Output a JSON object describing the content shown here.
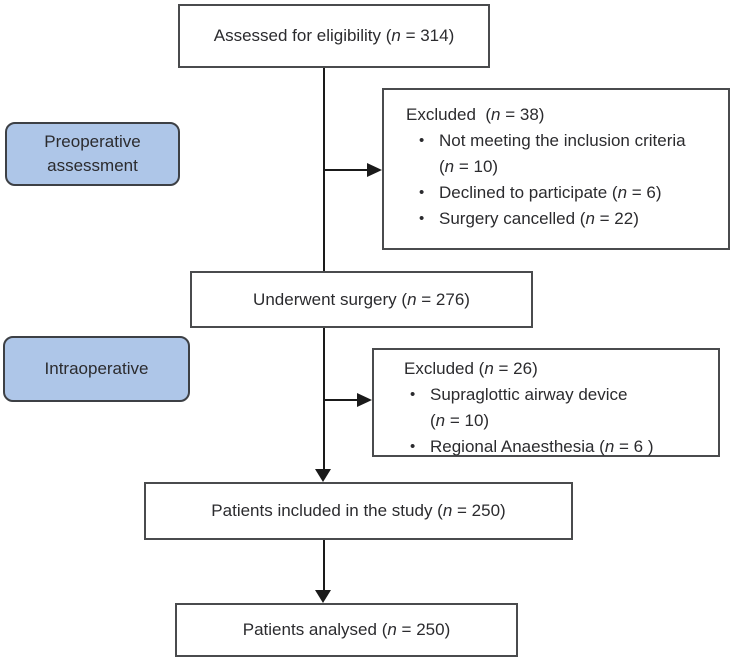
{
  "colors": {
    "background": "#ffffff",
    "box_border": "#4a4b4d",
    "text": "#2b2b2e",
    "stage_fill": "#aec6e8",
    "stage_border": "#3d4045",
    "connector": "#1a1a1a"
  },
  "bullet_char": "•",
  "boxes": {
    "eligibility": {
      "pre": "Assessed for eligibility (",
      "n": "n",
      "post": " = 314)"
    },
    "stage_preop": {
      "line1": "Preoperative",
      "line2": "assessment"
    },
    "excluded_preop": {
      "title": {
        "pre": "Excluded  (",
        "n": "n",
        "post": " = 38)"
      },
      "item1_line1": {
        "pre": "Not meeting the inclusion criteria",
        "n": "",
        "post": ""
      },
      "item1_line2": {
        "pre": "(",
        "n": "n",
        "post": " = 10)"
      },
      "item2": {
        "pre": "Declined to participate (",
        "n": "n",
        "post": " = 6)"
      },
      "item3": {
        "pre": "Surgery cancelled (",
        "n": "n",
        "post": " = 22)"
      }
    },
    "surgery": {
      "pre": "Underwent surgery (",
      "n": "n",
      "post": " = 276)"
    },
    "stage_intraop": {
      "line1": "Intraoperative"
    },
    "excluded_intraop": {
      "title": {
        "pre": "Excluded (",
        "n": "n",
        "post": " = 26)"
      },
      "item1_line1": {
        "pre": "Supraglottic airway device",
        "n": "",
        "post": ""
      },
      "item1_line2": {
        "pre": "(",
        "n": "n",
        "post": " = 10)"
      },
      "item2": {
        "pre": "Regional Anaesthesia (",
        "n": "n",
        "post": " = 6 )"
      }
    },
    "included": {
      "pre": "Patients included in the study (",
      "n": "n",
      "post": " = 250)"
    },
    "analysed": {
      "pre": "Patients analysed (",
      "n": "n",
      "post": " = 250)"
    }
  }
}
